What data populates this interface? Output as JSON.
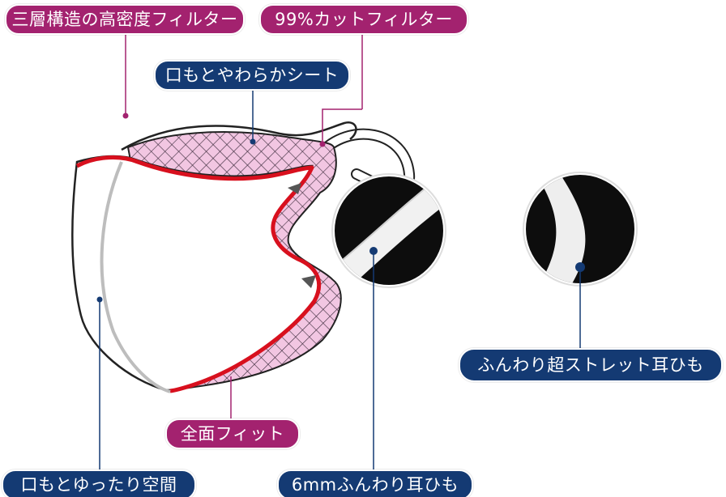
{
  "labels": {
    "three_layer": "三層構造の高密度フィルター",
    "cut_99": "99%カットフィルター",
    "mouth_soft": "口もとやわらかシート",
    "full_fit": "全面フィット",
    "mouth_space": "口もとゆったり空間",
    "ear_6mm": "6mmふんわり耳ひも",
    "ear_stretch": "ふんわり超ストレット耳ひも"
  },
  "colors": {
    "magenta": "#a3226f",
    "navy": "#143a73",
    "red_edge": "#d8101e",
    "pink_layer": "#f2c6e2"
  }
}
